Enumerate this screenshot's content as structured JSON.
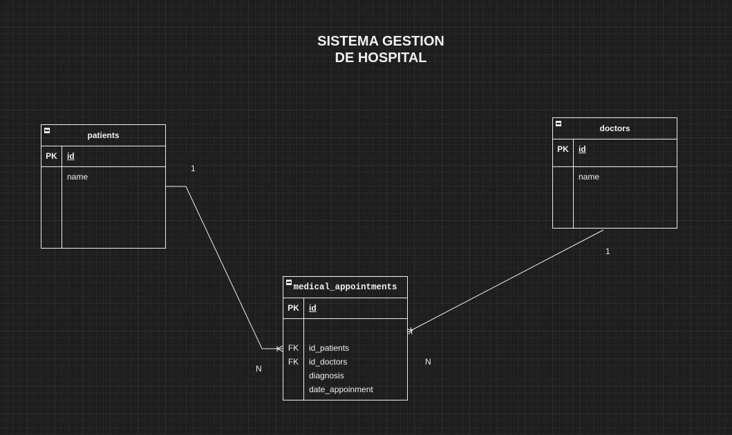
{
  "title": {
    "line1": "SISTEMA GESTION",
    "line2": "DE HOSPITAL"
  },
  "entities": {
    "patients": {
      "name": "patients",
      "pk_label": "PK",
      "pk_field": "id",
      "attributes": [
        "name"
      ]
    },
    "doctors": {
      "name": "doctors",
      "pk_label": "PK",
      "pk_field": "id",
      "attributes": [
        "name"
      ]
    },
    "medical_appointments": {
      "name": "medical_appointments",
      "pk_label": "PK",
      "pk_field": "id",
      "fk_label": "FK",
      "attributes": [
        "id_patients",
        "id_doctors",
        "diagnosis",
        "date_appoinment"
      ]
    }
  },
  "relationships": [
    {
      "from": "patients",
      "to": "medical_appointments",
      "from_card": "1",
      "to_card": "N"
    },
    {
      "from": "doctors",
      "to": "medical_appointments",
      "from_card": "1",
      "to_card": "N"
    }
  ],
  "colors": {
    "background": "#1e1e1e",
    "stroke": "#f0f0f0",
    "grid": "#2c2c2c"
  }
}
